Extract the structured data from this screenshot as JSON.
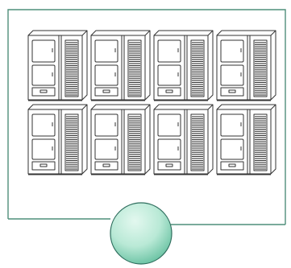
{
  "colors": {
    "frame_line": "#4f8f7a",
    "node_fill_light": "#e3f8ef",
    "node_fill_mid": "#b9e9d6",
    "node_fill_dark": "#66c0a0",
    "node_stroke": "#2f6e5e",
    "sketch_line": "#333333",
    "background": "#ffffff"
  },
  "diagram": {
    "cabinet_grid": {
      "rows": 2,
      "columns": 4,
      "count": 8
    },
    "node": {
      "shape": "circle"
    },
    "cabinets": [
      {
        "row": 1,
        "column": 1
      },
      {
        "row": 1,
        "column": 2
      },
      {
        "row": 1,
        "column": 3
      },
      {
        "row": 1,
        "column": 4
      },
      {
        "row": 2,
        "column": 1
      },
      {
        "row": 2,
        "column": 2
      },
      {
        "row": 2,
        "column": 3
      },
      {
        "row": 2,
        "column": 4
      }
    ]
  }
}
